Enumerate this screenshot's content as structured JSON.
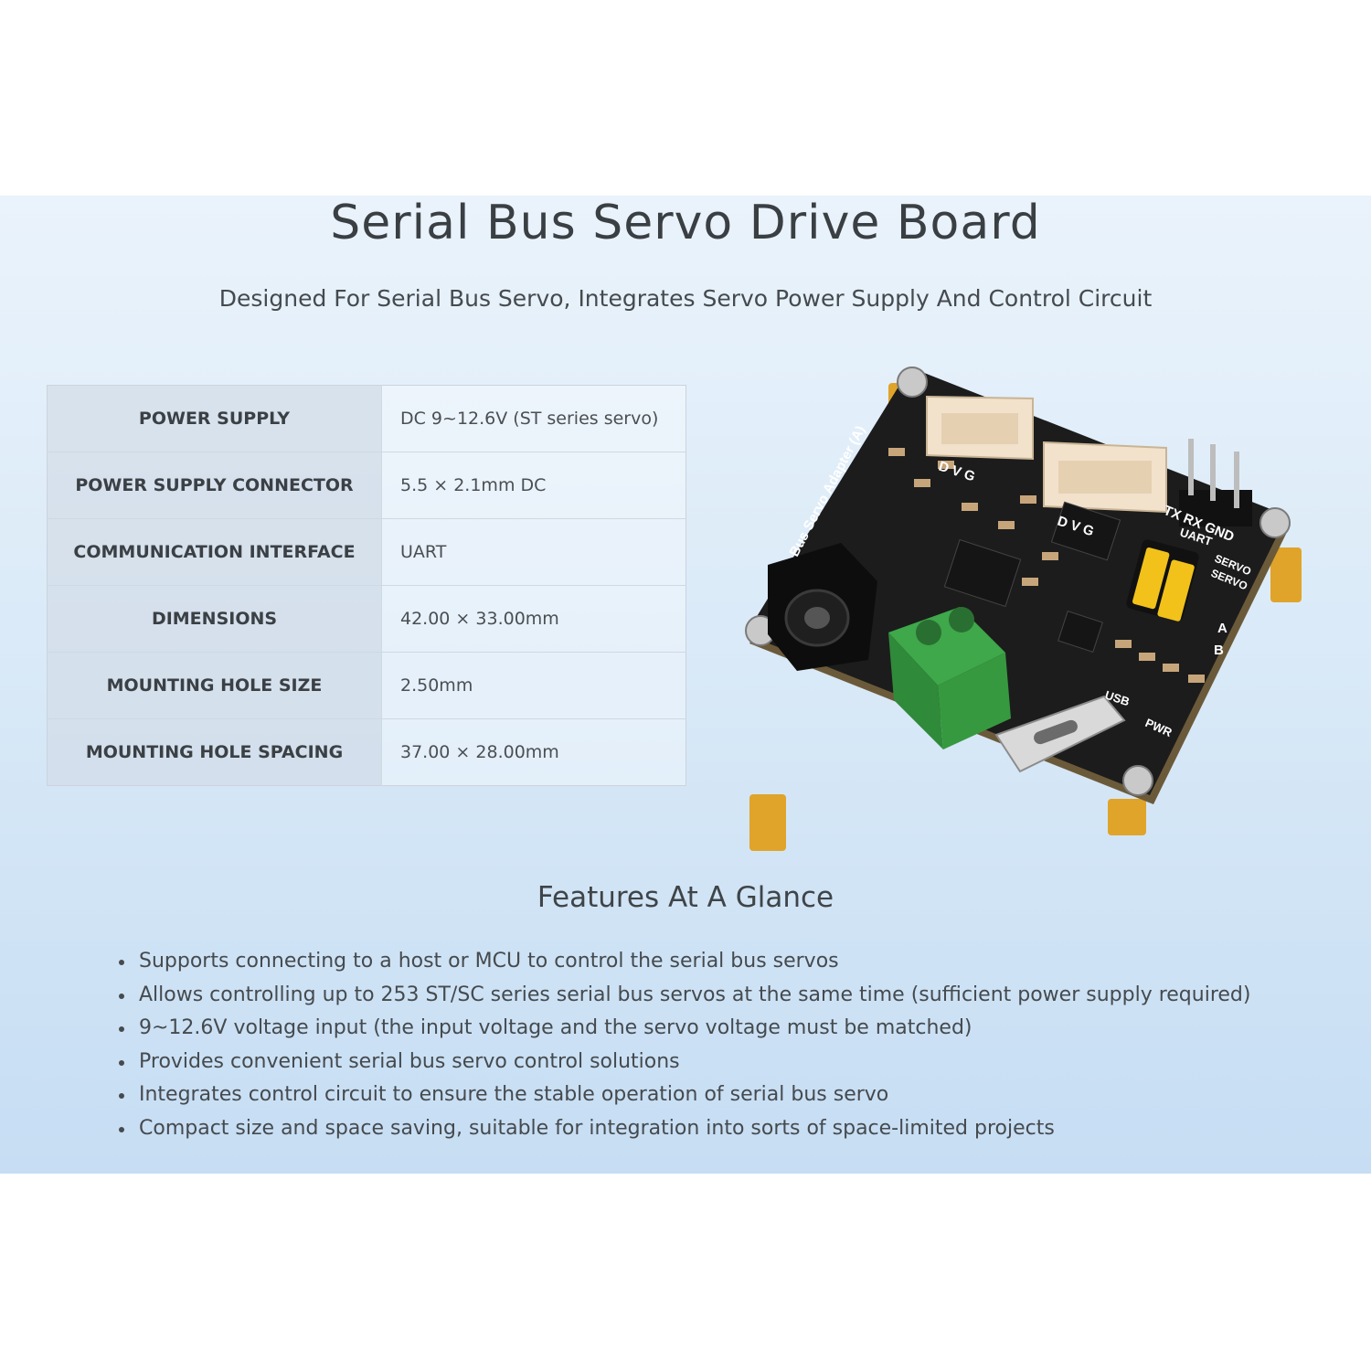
{
  "header": {
    "title": "Serial Bus Servo Drive Board",
    "subtitle": "Designed For Serial Bus Servo, Integrates Servo Power Supply And Control Circuit"
  },
  "specs": [
    {
      "label": "POWER SUPPLY",
      "value": "DC 9~12.6V (ST series servo)"
    },
    {
      "label": "POWER SUPPLY CONNECTOR",
      "value": "5.5 × 2.1mm DC"
    },
    {
      "label": "COMMUNICATION INTERFACE",
      "value": "UART"
    },
    {
      "label": "DIMENSIONS",
      "value": "42.00 × 33.00mm"
    },
    {
      "label": "MOUNTING HOLE SIZE",
      "value": "2.50mm"
    },
    {
      "label": "MOUNTING HOLE SPACING",
      "value": "37.00 × 28.00mm"
    }
  ],
  "board": {
    "silkscreen": {
      "name": "Bus Servo Adapter (A)",
      "pins_servo": "D V G",
      "pins_uart": "TX RX GND",
      "uart": "UART",
      "servo_1": "SERVO",
      "servo_2": "SERVO",
      "a": "A",
      "b": "B",
      "usb": "USB",
      "pwr": "PWR"
    },
    "colors": {
      "pcb": "#1c1c1c",
      "terminal": "#3ea84a",
      "jumper": "#f2c21a",
      "standoff": "#e0a42a"
    }
  },
  "features": {
    "title": "Features At A Glance",
    "items": [
      "Supports connecting to a host or MCU to control the serial bus servos",
      "Allows controlling up to 253 ST/SC series serial bus servos at the same time (sufficient power supply required)",
      "9~12.6V voltage input (the input voltage and the servo voltage must be matched)",
      "Provides convenient serial bus servo control solutions",
      "Integrates control circuit to ensure the stable operation of serial bus servo",
      "Compact size and space saving, suitable for integration into sorts of space-limited projects"
    ]
  }
}
